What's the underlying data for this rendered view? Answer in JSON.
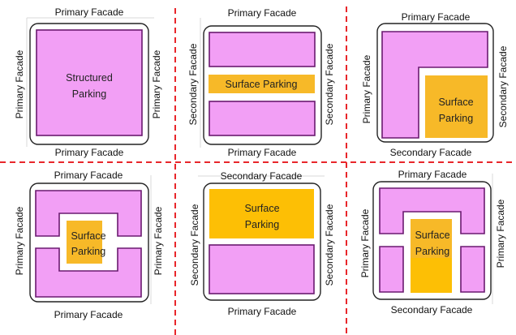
{
  "figure": {
    "colors": {
      "building": "#f29ff5",
      "building_outline": "#6a1a70",
      "surface_parking": "#f7b928",
      "surface_parking_bright": "#fdbf05",
      "divider": "#e8262b",
      "lot_outline": "#222222"
    },
    "panels": [
      {
        "top": "Primary Facade",
        "bottom": "Primary Facade",
        "left": "Primary Facade",
        "right": "Primary Facade",
        "parking_line1": "Structured",
        "parking_line2": "Parking"
      },
      {
        "top": "Primary Facade",
        "bottom": "Primary Facade",
        "left": "Secondary Facade",
        "right": "Secondary Facade",
        "parking_label": "Surface Parking"
      },
      {
        "top": "Primary Facade",
        "bottom": "Secondary Facade",
        "left": "Primary Facade",
        "right": "Secondary Facade",
        "parking_line1": "Surface",
        "parking_line2": "Parking"
      },
      {
        "top": "Primary Facade",
        "bottom": "Primary Facade",
        "left": "Primary Facade",
        "right": "Primary Facade",
        "parking_line1": "Surface",
        "parking_line2": "Parking"
      },
      {
        "top": "Secondary Facade",
        "bottom": "Primary Facade",
        "left": "Secondary Facade",
        "right": "Secondary Facade",
        "parking_line1": "Surface",
        "parking_line2": "Parking"
      },
      {
        "top": "Primary Facade",
        "bottom": "Secondary Facade",
        "left": "Primary Facade",
        "right": "Primary Facade",
        "parking_line1": "Surface",
        "parking_line2": "Parking"
      }
    ]
  }
}
